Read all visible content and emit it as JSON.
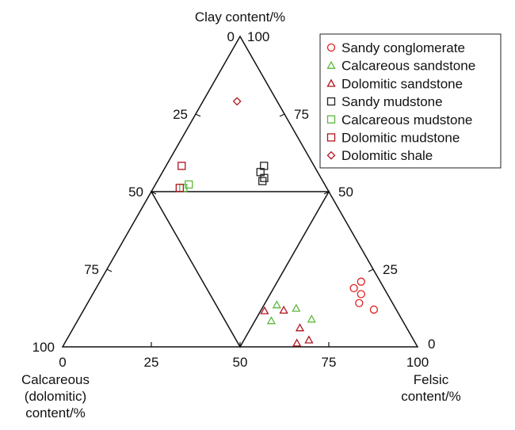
{
  "chart_data": {
    "type": "ternary-scatter",
    "axes": {
      "top": {
        "label": "Clay content/%",
        "ticks": [
          "0",
          "25",
          "50",
          "75",
          "100"
        ]
      },
      "left": {
        "label_lines": [
          "Calcareous",
          "(dolomitic)",
          "content/%"
        ],
        "ticks": [
          "0",
          "25",
          "50",
          "75",
          "100"
        ]
      },
      "right": {
        "label_lines": [
          "Felsic",
          "content/%"
        ],
        "ticks": [
          "0",
          "25",
          "50",
          "75",
          "100"
        ]
      },
      "bottom_ticks": [
        "0",
        "25",
        "50",
        "75",
        "100"
      ]
    },
    "series": [
      {
        "name": "Sandy conglomerate",
        "marker": "circle",
        "color": "#e0201e",
        "points": [
          {
            "clay": 21.0,
            "felsic": 73.6,
            "calc": 5.4
          },
          {
            "clay": 18.9,
            "felsic": 72.6,
            "calc": 8.5
          },
          {
            "clay": 17.0,
            "felsic": 75.6,
            "calc": 7.4
          },
          {
            "clay": 14.1,
            "felsic": 76.5,
            "calc": 9.4
          },
          {
            "clay": 12.0,
            "felsic": 81.7,
            "calc": 6.3
          }
        ]
      },
      {
        "name": "Calcareous sandstone",
        "marker": "triangle",
        "color": "#5cb83c",
        "points": [
          {
            "clay": 13.5,
            "felsic": 53.6,
            "calc": 32.9
          },
          {
            "clay": 12.4,
            "felsic": 59.6,
            "calc": 28.0
          },
          {
            "clay": 8.4,
            "felsic": 54.6,
            "calc": 37.0
          },
          {
            "clay": 8.9,
            "felsic": 65.7,
            "calc": 25.4
          }
        ]
      },
      {
        "name": "Dolomitic sandstone",
        "marker": "triangle",
        "color": "#b0141e",
        "points": [
          {
            "clay": 11.6,
            "felsic": 51.1,
            "calc": 37.3
          },
          {
            "clay": 11.8,
            "felsic": 56.4,
            "calc": 31.8
          },
          {
            "clay": 6.1,
            "felsic": 63.8,
            "calc": 30.1
          },
          {
            "clay": 2.2,
            "felsic": 68.3,
            "calc": 29.5
          },
          {
            "clay": 1.2,
            "felsic": 65.4,
            "calc": 33.4
          }
        ]
      },
      {
        "name": "Sandy mudstone",
        "marker": "square",
        "color": "#222222",
        "points": [
          {
            "clay": 58.3,
            "felsic": 27.6,
            "calc": 14.1
          },
          {
            "clay": 56.3,
            "felsic": 27.6,
            "calc": 16.1
          },
          {
            "clay": 54.4,
            "felsic": 29.6,
            "calc": 16.0
          },
          {
            "clay": 53.4,
            "felsic": 29.6,
            "calc": 17.0
          }
        ]
      },
      {
        "name": "Calcareous mudstone",
        "marker": "square",
        "color": "#5cb83c",
        "points": [
          {
            "clay": 52.3,
            "felsic": 9.4,
            "calc": 38.3
          },
          {
            "clay": 51.2,
            "felsic": 8.4,
            "calc": 40.4
          }
        ]
      },
      {
        "name": "Dolomitic mudstone",
        "marker": "square",
        "color": "#b0141e",
        "points": [
          {
            "clay": 58.3,
            "felsic": 4.4,
            "calc": 37.3
          },
          {
            "clay": 51.2,
            "felsic": 7.4,
            "calc": 41.4
          }
        ]
      },
      {
        "name": "Dolomitic shale",
        "marker": "diamond",
        "color": "#b0141e",
        "points": [
          {
            "clay": 79.1,
            "felsic": 9.6,
            "calc": 11.3
          }
        ]
      }
    ],
    "legend_position": "top-right",
    "grid": false
  }
}
